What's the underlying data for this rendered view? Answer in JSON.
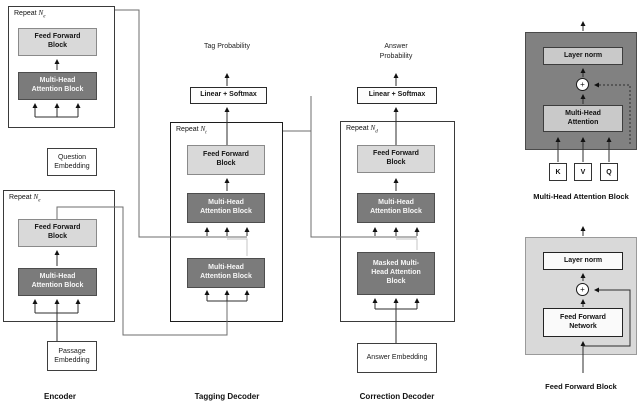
{
  "figure": {
    "encoder": {
      "repeat_prefix": "Repeat",
      "n": "N",
      "subscript": "e",
      "question_embedding": "Question Embedding",
      "passage_embedding": "Passage Embedding",
      "caption": "Encoder"
    },
    "tagging_decoder": {
      "repeat_prefix": "Repeat",
      "n": "N",
      "subscript": "t",
      "output": "Tag Probability",
      "linear_softmax": "Linear + Softmax",
      "caption": "Tagging Decoder"
    },
    "correction_decoder": {
      "repeat_prefix": "Repeat",
      "n": "N",
      "subscript": "d",
      "output": "Answer Probability",
      "linear_softmax": "Linear + Softmax",
      "answer_embedding": "Answer Embedding",
      "caption": "Correction Decoder"
    },
    "blocks": {
      "feed_forward_block": "Feed Forward Block",
      "multi_head_attention_block": "Multi-Head Attention Block",
      "masked_multi_head_attention_block": "Masked Multi-Head Attention Block"
    },
    "mha_detail": {
      "layer_norm": "Layer norm",
      "add": "+",
      "multi_head_attention": "Multi-Head Attention",
      "k": "K",
      "v": "V",
      "q": "Q",
      "caption": "Multi-Head Attention Block"
    },
    "ffb_detail": {
      "layer_norm": "Layer norm",
      "add": "+",
      "feed_forward_network": "Feed Forward Network",
      "caption": "Feed Forward Block"
    },
    "colors": {
      "dark_block": "#7b7b7b",
      "light_block": "#d9d9d9",
      "detail_dark_panel": "#818181",
      "detail_light_panel": "#d9d9d9",
      "inner_gray": "#c9c9c9",
      "line": "#2d2d2d"
    }
  }
}
